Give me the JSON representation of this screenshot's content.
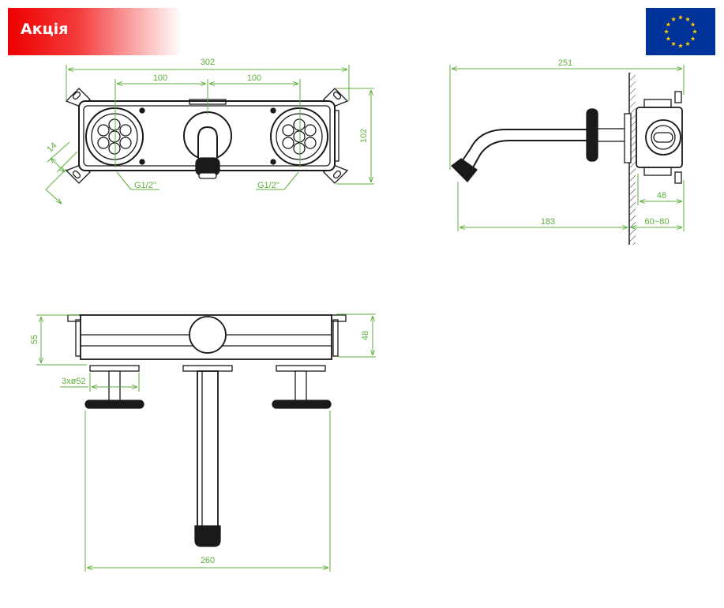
{
  "badge": {
    "label": "Акція",
    "color": "#ee0000"
  },
  "flag": {
    "icon": "eu-flag-icon",
    "background": "#003399",
    "stars": "#ffcc00"
  },
  "colors": {
    "dimension": "#5fae3c",
    "outline": "#1a1a1a"
  },
  "front_view": {
    "overall_width": "302",
    "spacing_left": "100",
    "spacing_right": "100",
    "height": "102",
    "mount_hole": "14",
    "thread_left": "G1/2\"",
    "thread_right": "G1/2\""
  },
  "side_view": {
    "overall_length": "251",
    "spout_reach": "183",
    "body_depth": "48",
    "wall_depth_range": "60~80"
  },
  "top_view": {
    "body_height": "55",
    "body_depth": "48",
    "handle_diameter": "3xø52",
    "handle_spacing": "260"
  }
}
